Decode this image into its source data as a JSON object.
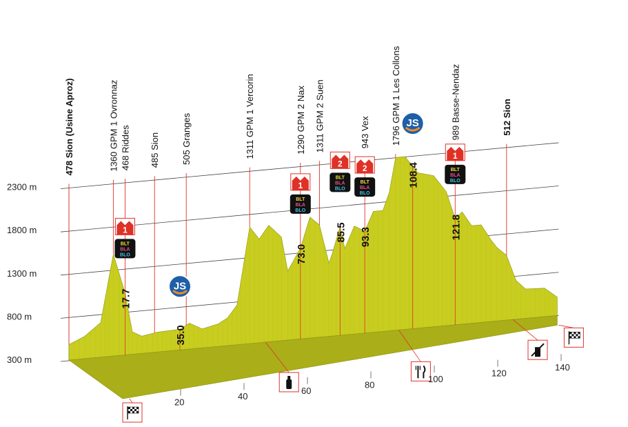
{
  "chart_data": {
    "type": "area",
    "title": "",
    "y_unit": "m",
    "y_ticks": [
      300,
      800,
      1300,
      1800,
      2300
    ],
    "x_ticks": [
      20,
      40,
      60,
      80,
      100,
      120,
      140
    ],
    "profile": [
      [
        0,
        480
      ],
      [
        5,
        560
      ],
      [
        10,
        700
      ],
      [
        14,
        1480
      ],
      [
        17.7,
        1020
      ],
      [
        20,
        560
      ],
      [
        23,
        500
      ],
      [
        28,
        530
      ],
      [
        35,
        540
      ],
      [
        38,
        600
      ],
      [
        42,
        520
      ],
      [
        47,
        560
      ],
      [
        50,
        620
      ],
      [
        53,
        760
      ],
      [
        57,
        1650
      ],
      [
        60,
        1500
      ],
      [
        63,
        1650
      ],
      [
        67,
        1500
      ],
      [
        69,
        1100
      ],
      [
        73,
        1350
      ],
      [
        76,
        1700
      ],
      [
        79,
        1600
      ],
      [
        82,
        1150
      ],
      [
        83,
        1250
      ],
      [
        85.5,
        1560
      ],
      [
        87,
        1300
      ],
      [
        90,
        1550
      ],
      [
        93.3,
        1480
      ],
      [
        96,
        1700
      ],
      [
        99,
        1700
      ],
      [
        101,
        1900
      ],
      [
        103,
        2300
      ],
      [
        106,
        2300
      ],
      [
        110,
        2100
      ],
      [
        115,
        2050
      ],
      [
        119,
        1850
      ],
      [
        121.8,
        1530
      ],
      [
        124,
        1600
      ],
      [
        127,
        1430
      ],
      [
        130,
        1430
      ],
      [
        133,
        1250
      ],
      [
        135,
        1150
      ],
      [
        138,
        1050
      ],
      [
        141,
        750
      ],
      [
        144,
        640
      ],
      [
        150,
        630
      ],
      [
        154,
        512
      ]
    ],
    "checkpoints": [
      {
        "km": 0,
        "text": "478 Sion (Usine Aproz)",
        "bold": true
      },
      {
        "km": 14,
        "text": "1360 GPM 1 Ovronnaz",
        "bold": false
      },
      {
        "km": 17.7,
        "text": "468 Riddes",
        "bold": false
      },
      {
        "km": 27,
        "text": "485 Sion",
        "bold": false
      },
      {
        "km": 37,
        "text": "505 Granges",
        "bold": false
      },
      {
        "km": 57,
        "text": "1311 GPM 1 Vercorin",
        "bold": false
      },
      {
        "km": 73,
        "text": "1290 GPM 2 Nax",
        "bold": false
      },
      {
        "km": 79,
        "text": "1311 GPM 2 Suen",
        "bold": false
      },
      {
        "km": 93.3,
        "text": "943 Vex",
        "bold": false
      },
      {
        "km": 103,
        "text": "1796 GPM 1 Les Collons",
        "bold": false
      },
      {
        "km": 121.8,
        "text": "989 Basse-Nendaz",
        "bold": false
      },
      {
        "km": 138,
        "text": "512 Sion",
        "bold": true
      }
    ],
    "km_labels": [
      {
        "km": 17.7,
        "text": "17.7"
      },
      {
        "km": 35.0,
        "text": "35.0"
      },
      {
        "km": 73.0,
        "text": "73.0"
      },
      {
        "km": 85.5,
        "text": "85.5"
      },
      {
        "km": 93.3,
        "text": "93.3"
      },
      {
        "km": 108.4,
        "text": "108.4"
      },
      {
        "km": 121.8,
        "text": "121.8"
      }
    ],
    "climbs": [
      {
        "km": 17.7,
        "cat": "1"
      },
      {
        "km": 73.0,
        "cat": "1"
      },
      {
        "km": 85.5,
        "cat": "2"
      },
      {
        "km": 93.3,
        "cat": "2"
      },
      {
        "km": 121.8,
        "cat": "1"
      }
    ],
    "blt_text": [
      "BLT",
      "BLA",
      "BLO"
    ],
    "js_text": "JS",
    "colors": {
      "terrain": "#c8cd1f",
      "terrain_side": "#a9ae19",
      "terrain_dark": "#8f9414",
      "marker_red": "#e03127",
      "js_blue": "#1e5fa8",
      "js_orange": "#f08a24"
    }
  }
}
